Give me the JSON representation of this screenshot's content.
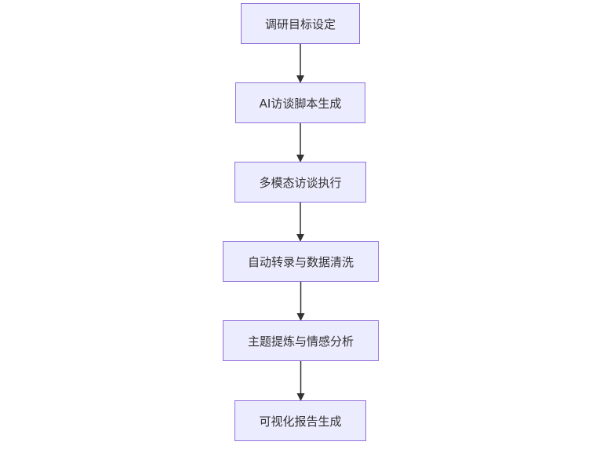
{
  "flowchart": {
    "direction": "top-to-bottom",
    "colors": {
      "node_fill": "#ececff",
      "node_border": "#9370db",
      "edge": "#333333",
      "text": "#333333"
    },
    "nodes": [
      {
        "id": "n1",
        "label": "调研目标设定"
      },
      {
        "id": "n2",
        "label": "AI访谈脚本生成"
      },
      {
        "id": "n3",
        "label": "多模态访谈执行"
      },
      {
        "id": "n4",
        "label": "自动转录与数据清洗"
      },
      {
        "id": "n5",
        "label": "主题提炼与情感分析"
      },
      {
        "id": "n6",
        "label": "可视化报告生成"
      }
    ],
    "edges": [
      {
        "from": "n1",
        "to": "n2"
      },
      {
        "from": "n2",
        "to": "n3"
      },
      {
        "from": "n3",
        "to": "n4"
      },
      {
        "from": "n4",
        "to": "n5"
      },
      {
        "from": "n5",
        "to": "n6"
      }
    ]
  }
}
